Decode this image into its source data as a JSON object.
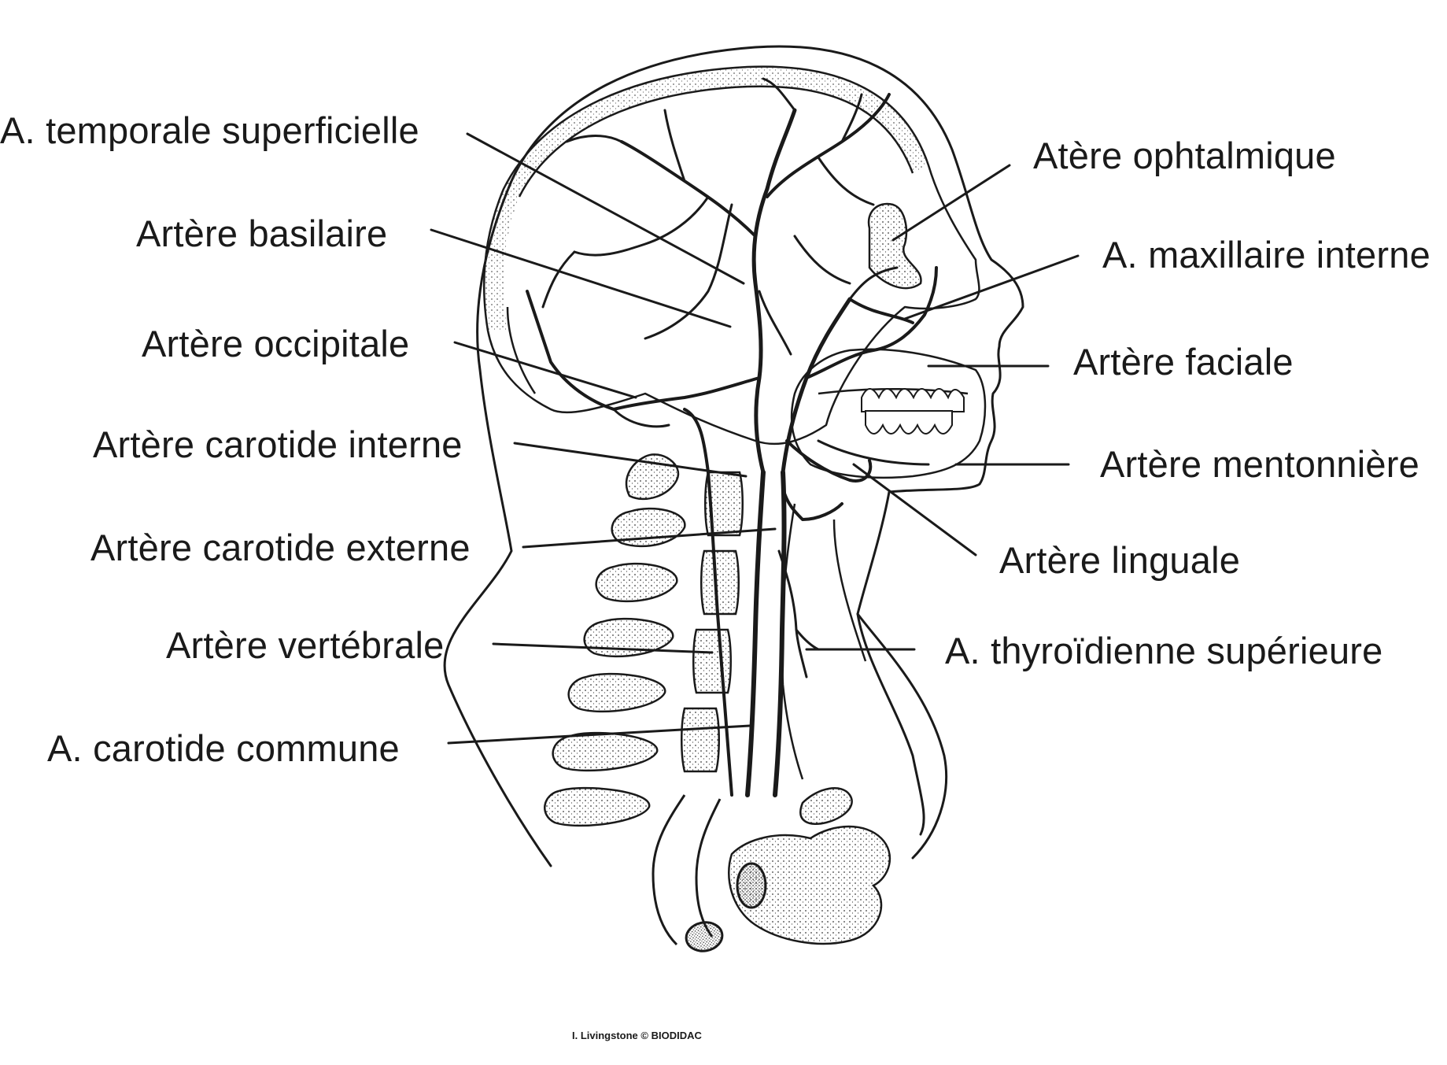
{
  "labels": {
    "temporale_superficielle": "A. temporale superficielle",
    "basilaire": "Artère basilaire",
    "occipitale": "Artère occipitale",
    "carotide_interne": "Artère carotide interne",
    "carotide_externe": "Artère carotide externe",
    "vertebrale": "Artère vertébrale",
    "carotide_commune": "A. carotide commune",
    "ophtalmique": "Atère ophtalmique",
    "maxillaire_interne": "A. maxillaire interne",
    "faciale": "Artère faciale",
    "mentonniere": "Artère mentonnière",
    "linguale": "Artère linguale",
    "thyroidienne_superieure": "A. thyroïdienne supérieure"
  },
  "credit": "I. Livingstone © BIODIDAC",
  "colors": {
    "ink": "#1a1a1a",
    "background": "#ffffff",
    "stipple": "#3a3a3a"
  }
}
